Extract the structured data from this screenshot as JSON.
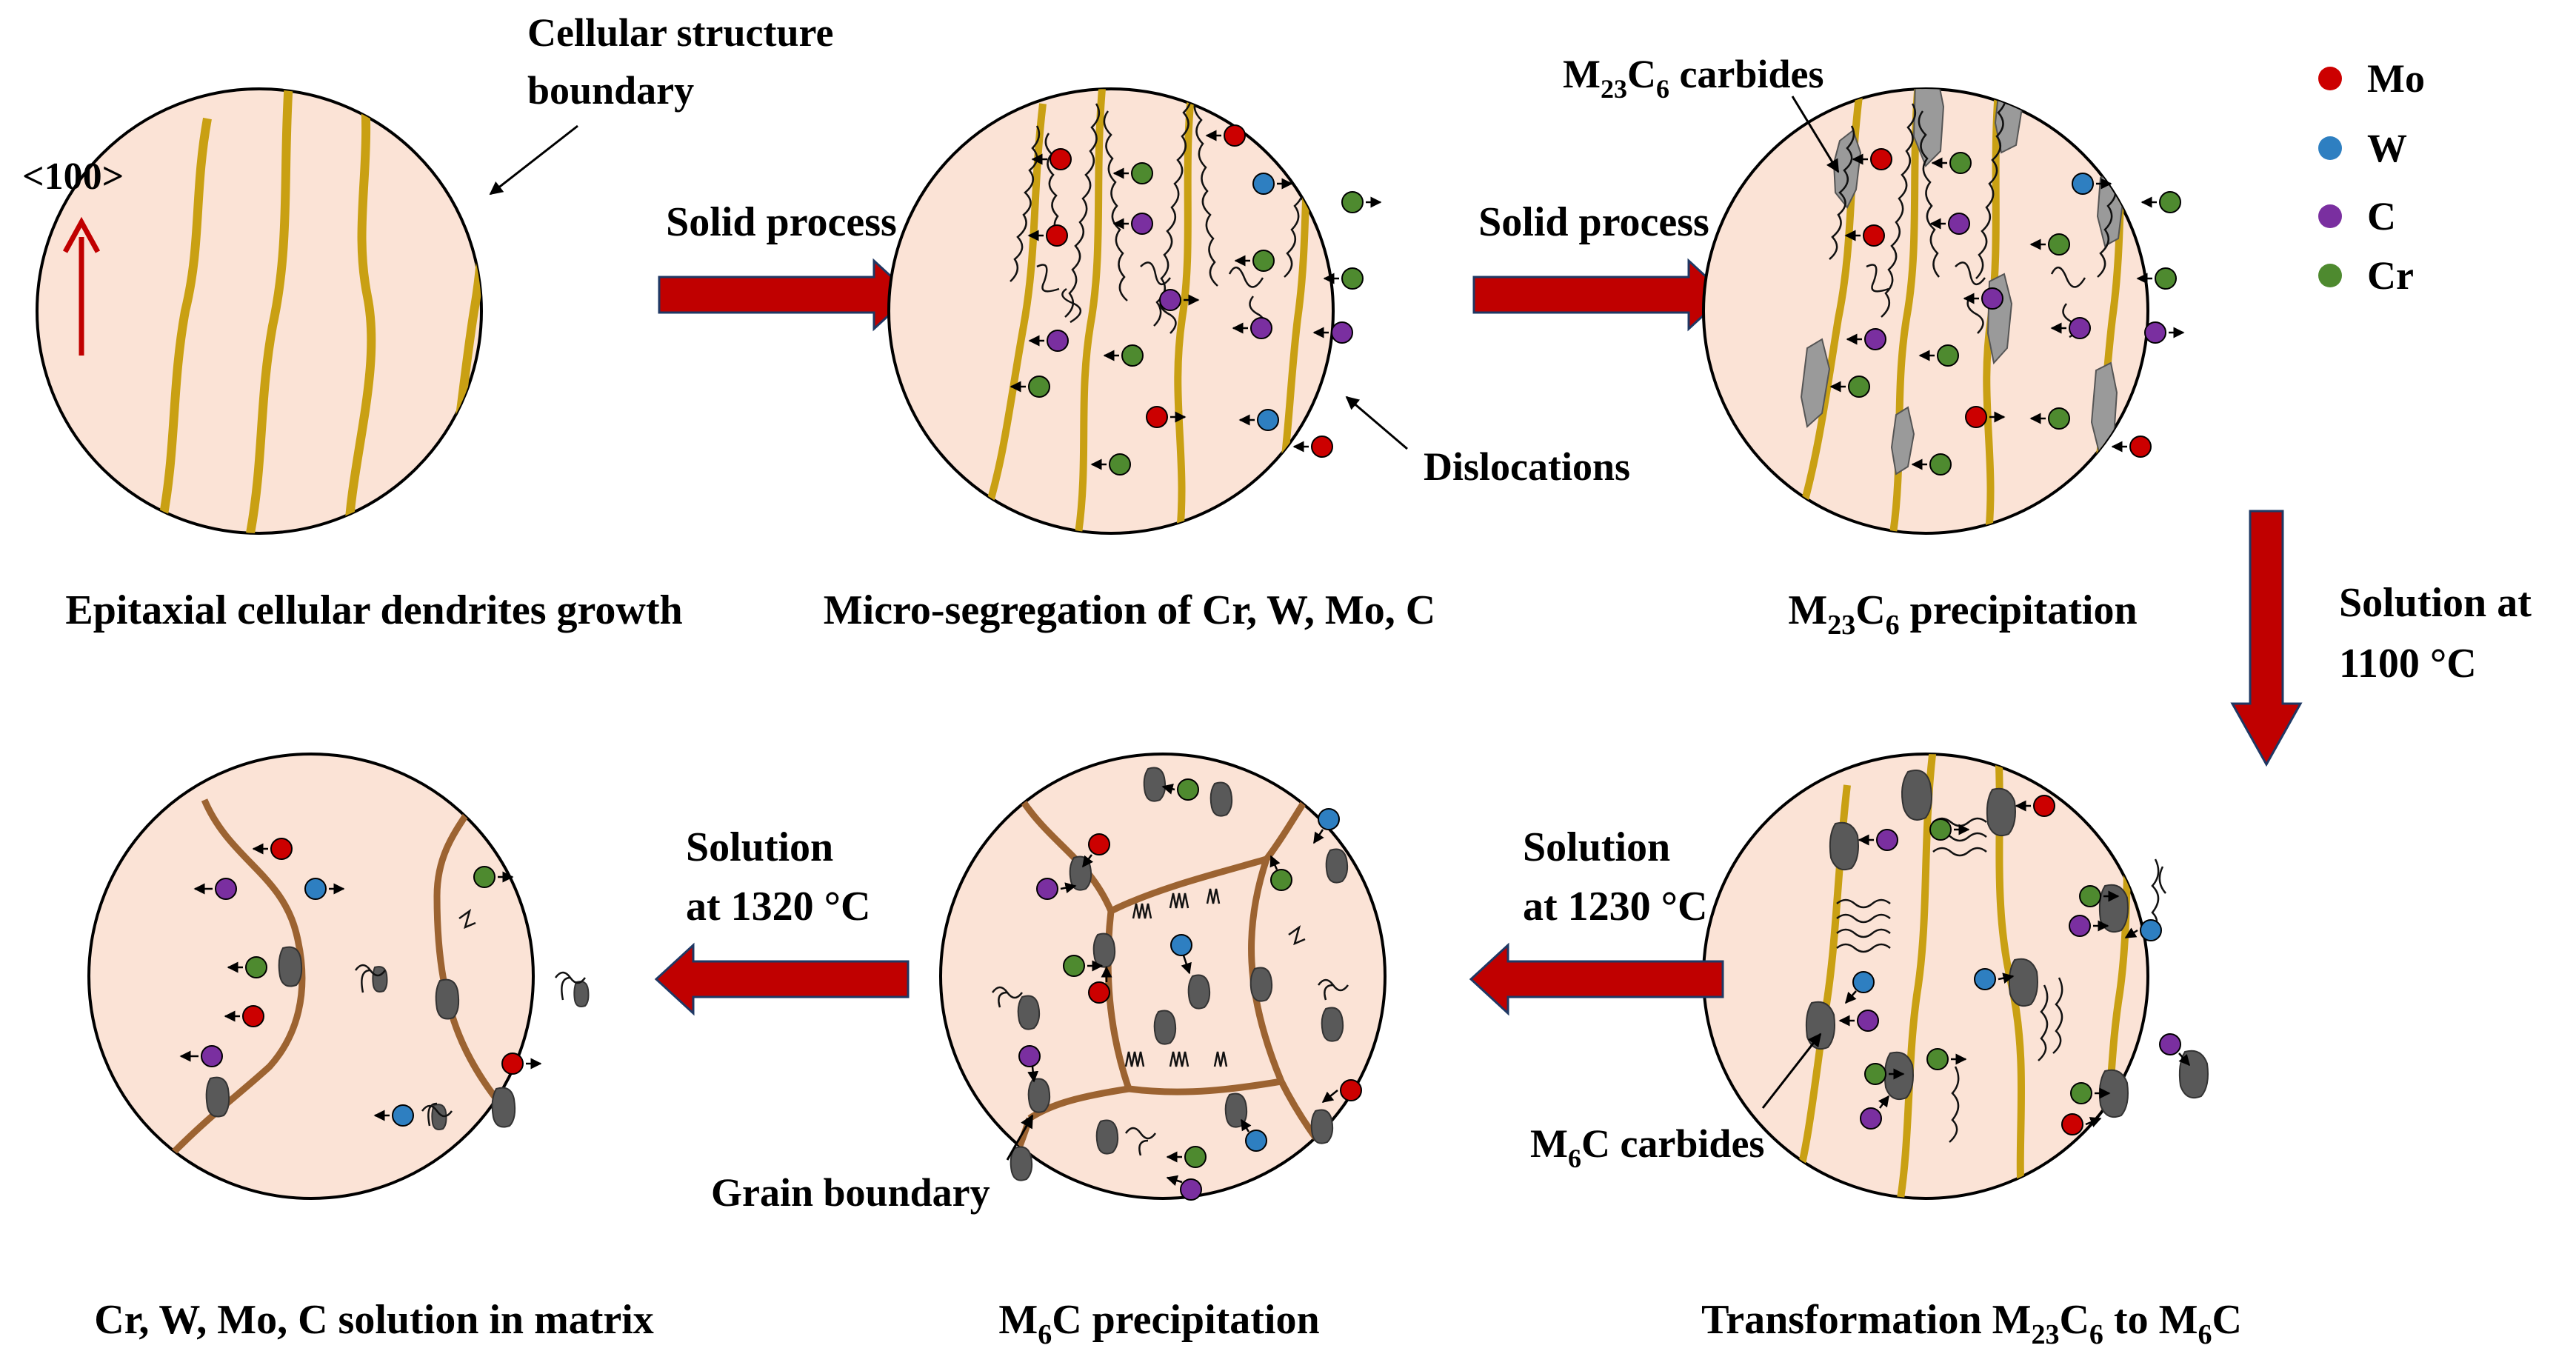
{
  "panels": {
    "p1": {
      "caption": "Epitaxial cellular dendrites growth",
      "direction_label": "<100>",
      "callout": [
        "Cellular structure",
        "boundary"
      ]
    },
    "p2": {
      "caption": "Micro-segregation of Cr, W, Mo, C",
      "callout": "Dislocations"
    },
    "p3": {
      "caption": {
        "pre": "M",
        "sub1": "23",
        "mid": "C",
        "sub2": "6",
        "post": " precipitation"
      },
      "callout": {
        "pre": "M",
        "sub1": "23",
        "mid": "C",
        "sub2": "6",
        "post": " carbides"
      }
    },
    "p4": {
      "caption": {
        "pre": "Transformation M",
        "sub1": "23",
        "mid": "C",
        "sub2": "6",
        "post": " to M",
        "sub3": "6",
        "end": "C"
      },
      "callout": {
        "pre": "M",
        "sub": "6",
        "post": "C carbides"
      }
    },
    "p5": {
      "caption": {
        "pre": "M",
        "sub": "6",
        "post": "C precipitation"
      },
      "callout": "Grain boundary"
    },
    "p6": {
      "caption": "Cr, W, Mo, C solution in matrix"
    }
  },
  "arrows": {
    "a1": "Solid process",
    "a2": "Solid process",
    "a3": [
      "Solution at",
      "1100 °C"
    ],
    "a4": [
      "Solution",
      "at 1230 °C"
    ],
    "a5": [
      "Solution",
      "at 1320 °C"
    ]
  },
  "legend": [
    {
      "label": "Mo",
      "color": "#cc0000"
    },
    {
      "label": "W",
      "color": "#2e7fc1"
    },
    {
      "label": "C",
      "color": "#7a2fa0"
    },
    {
      "label": "Cr",
      "color": "#4e8a2f"
    }
  ],
  "colors": {
    "matrix": "#fbe3d6",
    "cell_boundary": "#c9a013",
    "grain_boundary": "#9c6331",
    "carbide": "#595959",
    "m23c6": "#9a9a9a",
    "arrow": "#c00000"
  }
}
